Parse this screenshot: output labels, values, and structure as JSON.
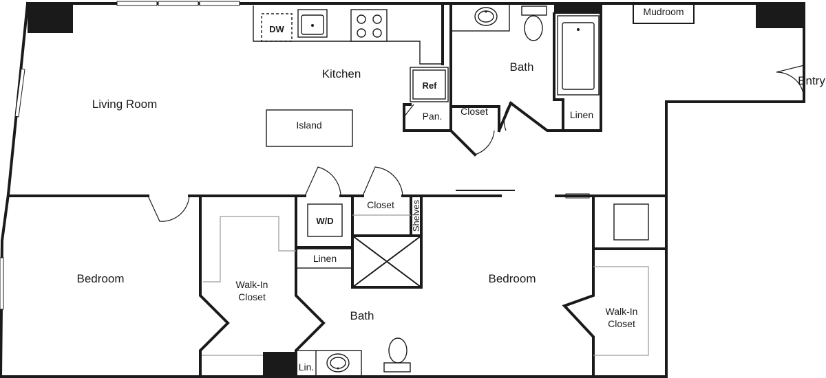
{
  "rooms": {
    "living_room": "Living Room",
    "kitchen": "Kitchen",
    "bath_top": "Bath",
    "entry": "Entry",
    "mudroom": "Mudroom",
    "bedroom_left": "Bedroom",
    "bedroom_right": "Bedroom",
    "walkin_left": [
      "Walk-In",
      "Closet"
    ],
    "walkin_right": [
      "Walk-In",
      "Closet"
    ],
    "bath_bottom": "Bath"
  },
  "fixtures": {
    "dishwasher": "DW",
    "refrigerator": "Ref",
    "pantry": "Pan.",
    "island": "Island",
    "closet_hall": "Closet",
    "linen_top": "Linen",
    "washer_dryer": "W/D",
    "closet_mid": "Closet",
    "shelves": "Shelves",
    "linen_bottom": "Linen",
    "linen_small": "Lin."
  }
}
